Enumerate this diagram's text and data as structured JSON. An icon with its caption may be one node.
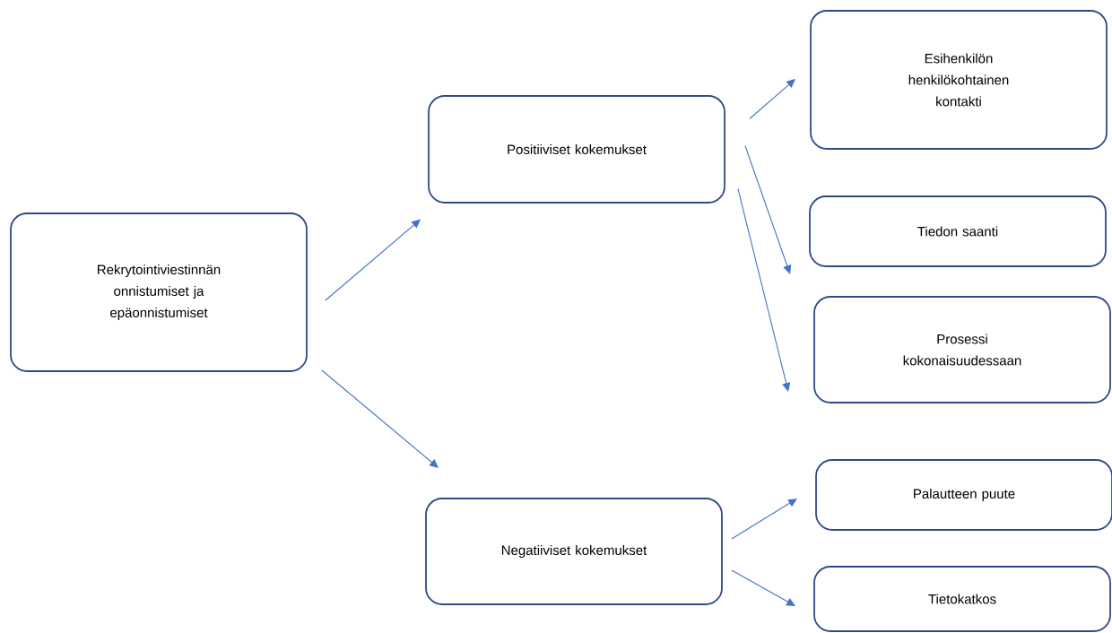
{
  "diagram": {
    "nodes": [
      {
        "text": [
          "Rekrytointiviestinnän onnistumiset ja epäonnistumiset"
        ]
      },
      {
        "text": [
          "Positiiviset kokemukset"
        ]
      },
      {
        "text": [
          "Negatiiviset kokemukset"
        ]
      },
      {
        "text": [
          "Esihenkilön henkilökohtainen kontakti"
        ]
      },
      {
        "text": [
          "Tiedon saanti"
        ]
      },
      {
        "text": [
          "Prosessi kokonaisuudessaan"
        ]
      },
      {
        "text": [
          "Palautteen puute"
        ]
      },
      {
        "text": [
          "Tietokatkos"
        ]
      }
    ],
    "edges": [
      {
        "from": 0,
        "to": 1,
        "arrow": "to"
      },
      {
        "from": 0,
        "to": 2,
        "arrow": "to"
      },
      {
        "from": 1,
        "to": 3,
        "arrow": "to"
      },
      {
        "from": 1,
        "to": 4,
        "arrow": "to"
      },
      {
        "from": 1,
        "to": 5,
        "arrow": "to"
      },
      {
        "from": 2,
        "to": 6,
        "arrow": "to"
      },
      {
        "from": 2,
        "to": 7,
        "arrow": "to"
      }
    ]
  }
}
